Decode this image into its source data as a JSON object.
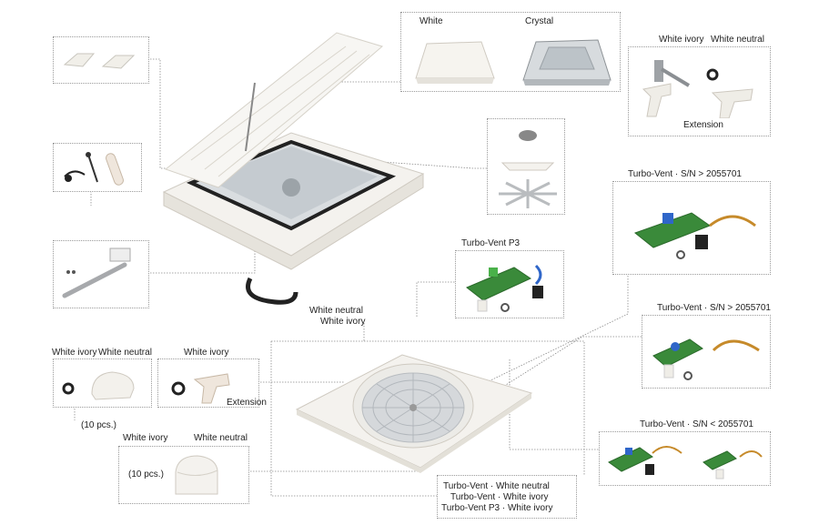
{
  "dome_cover": {
    "white": "White",
    "crystal": "Crystal"
  },
  "handle_crank": {
    "white_ivory": "White ivory",
    "white_neutral": "White neutral",
    "extension": "Extension"
  },
  "board_p3": {
    "title": "Turbo-Vent P3"
  },
  "board_sn_gt_a": {
    "title": "Turbo-Vent · S/N > 2055701"
  },
  "board_sn_gt_b": {
    "title": "Turbo-Vent · S/N > 2055701"
  },
  "board_sn_lt": {
    "title": "Turbo-Vent · S/N < 2055701"
  },
  "fan_labels": {
    "white_neutral": "White neutral",
    "white_ivory": "White ivory"
  },
  "knob_left": {
    "white_ivory": "White ivory",
    "white_neutral": "White neutral",
    "qty": "(10 pcs.)"
  },
  "knob_ext": {
    "white_ivory": "White ivory",
    "extension": "Extension"
  },
  "cap": {
    "white_ivory": "White ivory",
    "white_neutral": "White neutral",
    "qty": "(10 pcs.)"
  },
  "base_variants": {
    "line1": "Turbo-Vent · White neutral",
    "line2": "Turbo-Vent · White ivory",
    "line3": "Turbo-Vent P3 · White ivory"
  },
  "colors": {
    "frame": "#f4f2ee",
    "seal": "#2a2a2a",
    "pcb": "#3a8a3a",
    "metal": "#a7a9ac",
    "dotted": "#9a9a9a"
  }
}
